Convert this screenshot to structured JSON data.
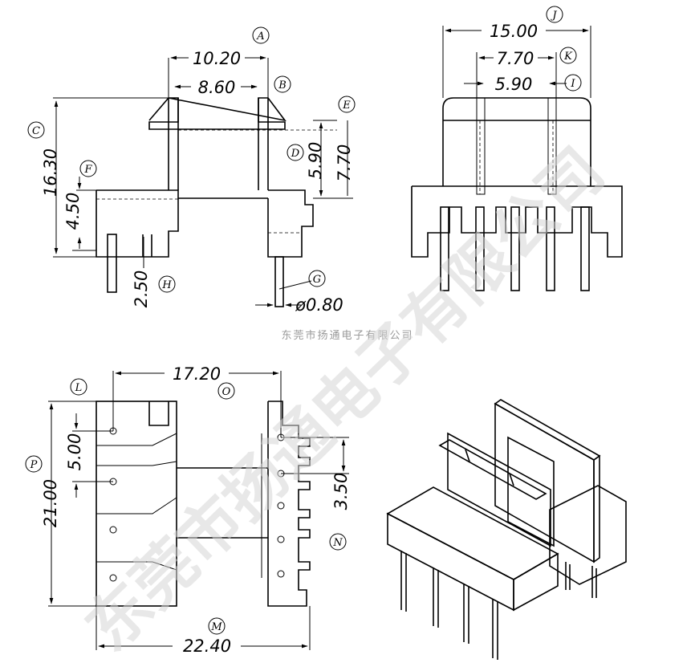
{
  "watermark": "东莞市扬通电子有限公司",
  "company_caption": "东莞市扬通电子有限公司",
  "dimensions": {
    "A": "10.20",
    "B": "8.60",
    "C": "16.30",
    "D": "5.90",
    "E": "7.70",
    "F": "4.50",
    "G": "ø0.80",
    "H": "2.50",
    "J": "15.00",
    "K": "7.70",
    "I": "5.90",
    "O": "17.20",
    "L": "5.00",
    "P": "21.00",
    "N": "3.50",
    "M": "22.40"
  },
  "labels": {
    "A": "A",
    "B": "B",
    "C": "C",
    "D": "D",
    "E": "E",
    "F": "F",
    "G": "G",
    "H": "H",
    "I": "I",
    "J": "J",
    "K": "K",
    "L": "L",
    "M": "M",
    "N": "N",
    "O": "O",
    "P": "P"
  }
}
